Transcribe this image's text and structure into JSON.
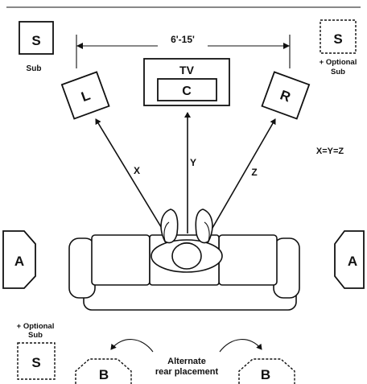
{
  "speakers": {
    "sub_letter": "S",
    "sub_label": "Sub",
    "optional_sub_letter": "S",
    "optional_sub_label_line1": "+ Optional",
    "optional_sub_label_line2": "Sub",
    "left_letter": "L",
    "right_letter": "R",
    "center_letter": "C",
    "side_left_letter": "A",
    "side_right_letter": "A",
    "rear_left_letter": "B",
    "rear_right_letter": "B",
    "bottom_sub_letter": "S",
    "bottom_sub_label_line1": "+ Optional",
    "bottom_sub_label_line2": "Sub"
  },
  "tv": {
    "label": "TV"
  },
  "dimension": {
    "width_label": "6'-15'"
  },
  "distances": {
    "x_label": "X",
    "y_label": "Y",
    "z_label": "Z",
    "equation": "X=Y=Z"
  },
  "rear_note": {
    "line1": "Alternate",
    "line2": "rear placement"
  },
  "colors": {
    "ink": "#111111",
    "background": "#ffffff"
  }
}
